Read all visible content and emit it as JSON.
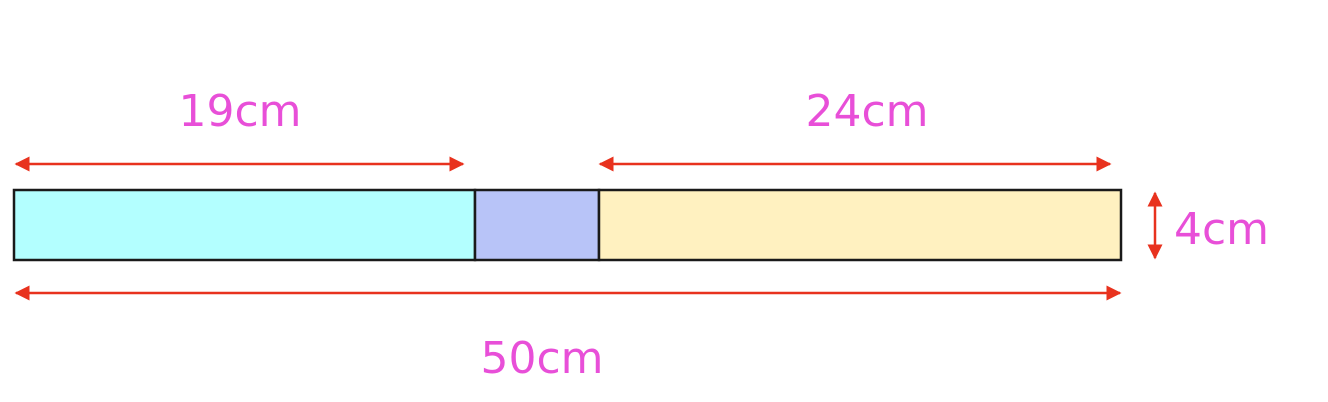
{
  "diagram": {
    "labels": {
      "left_width": "19cm",
      "right_width": "24cm",
      "total_width": "50cm",
      "height": "4cm"
    },
    "dimensions": {
      "total_length_cm": 50,
      "left_length_cm": 19,
      "right_length_cm": 24,
      "height_cm": 4
    },
    "colors": {
      "left_segment": "#b3ffff",
      "middle_segment": "#b8c4f8",
      "right_segment": "#fff1c0",
      "outline": "#1a1a1a",
      "arrow": "#e8321e",
      "label": "#e84fd8"
    }
  }
}
